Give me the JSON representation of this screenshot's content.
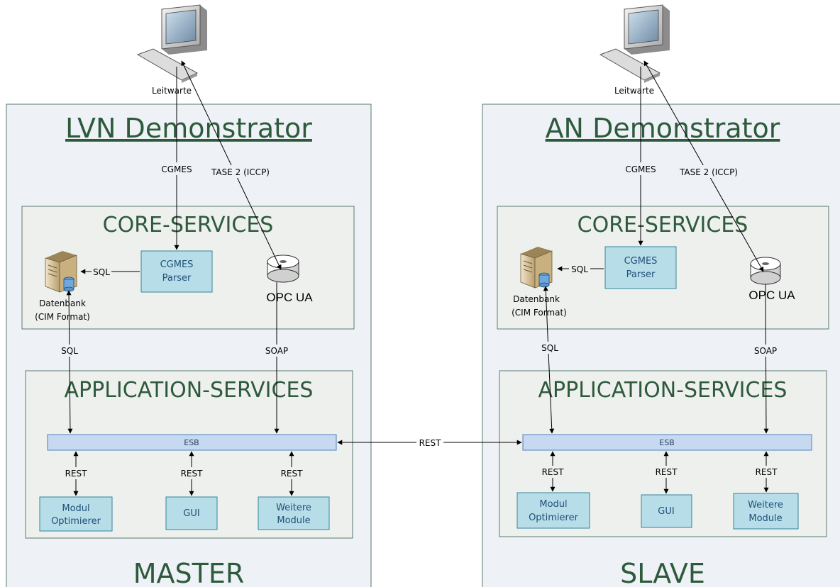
{
  "left": {
    "computer_label": "Leitwarte",
    "title": "LVN Demonstrator",
    "core_title": "CORE-SERVICES",
    "app_title": "APPLICATION-SERVICES",
    "bottom_label": "MASTER",
    "cgmes_edge": "CGMES",
    "tase_edge": "TASE 2 (ICCP)",
    "parser_line1": "CGMES",
    "parser_line2": "Parser",
    "sql_inner": "SQL",
    "db_line1": "Datenbank",
    "db_line2": "(CIM Format)",
    "opc": "OPC UA",
    "sql_outer": "SQL",
    "soap": "SOAP",
    "esb": "ESB",
    "rest1": "REST",
    "rest2": "REST",
    "rest3": "REST",
    "mod1_line1": "Modul",
    "mod1_line2": "Optimierer",
    "mod2": "GUI",
    "mod3_line1": "Weitere",
    "mod3_line2": "Module"
  },
  "right": {
    "computer_label": "Leitwarte",
    "title": "AN Demonstrator",
    "core_title": "CORE-SERVICES",
    "app_title": "APPLICATION-SERVICES",
    "bottom_label": "SLAVE",
    "cgmes_edge": "CGMES",
    "tase_edge": "TASE 2 (ICCP)",
    "parser_line1": "CGMES",
    "parser_line2": "Parser",
    "sql_inner": "SQL",
    "db_line1": "Datenbank",
    "db_line2": "(CIM Format)",
    "opc": "OPC UA",
    "sql_outer": "SQL",
    "soap": "SOAP",
    "esb": "ESB",
    "rest1": "REST",
    "rest2": "REST",
    "rest3": "REST",
    "mod1_line1": "Modul",
    "mod1_line2": "Optimierer",
    "mod2": "GUI",
    "mod3_line1": "Weitere",
    "mod3_line2": "Module"
  },
  "link_label": "REST",
  "colors": {
    "outer_fill": "#eef2f7",
    "inner_fill": "#eef0ee",
    "module_fill": "#b7dee8",
    "esb_fill": "#c6d9f1",
    "title_green": "#2e5a3c",
    "module_text": "#1f4e79"
  }
}
